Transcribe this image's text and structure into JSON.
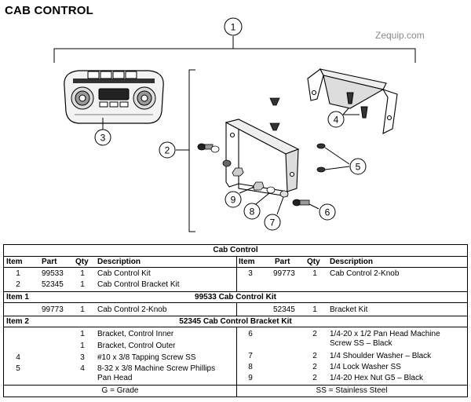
{
  "page_title": "CAB CONTROL",
  "watermark": "Zequip.com",
  "callouts": [
    "1",
    "2",
    "3",
    "4",
    "5",
    "6",
    "7",
    "8",
    "9"
  ],
  "table": {
    "title": "Cab Control",
    "headers": {
      "item": "Item",
      "part": "Part",
      "qty": "Qty",
      "description": "Description"
    },
    "main_rows": [
      {
        "left": {
          "item": "1",
          "part": "99533",
          "qty": "1",
          "description": "Cab Control Kit"
        },
        "right": {
          "item": "3",
          "part": "99773",
          "qty": "1",
          "description": "Cab Control 2-Knob"
        }
      },
      {
        "left": {
          "item": "2",
          "part": "52345",
          "qty": "1",
          "description": "Cab Control Bracket Kit"
        },
        "right": {
          "item": "",
          "part": "",
          "qty": "",
          "description": ""
        }
      }
    ],
    "section1": {
      "label": "Item 1",
      "title": "99533  Cab Control Kit",
      "rows": [
        {
          "left": {
            "item": "",
            "part": "99773",
            "qty": "1",
            "description": "Cab Control 2-Knob"
          },
          "right": {
            "item": "",
            "part": "52345",
            "qty": "1",
            "description": "Bracket Kit"
          }
        }
      ]
    },
    "section2": {
      "label": "Item 2",
      "title": "52345  Cab Control Bracket Kit",
      "left_rows": [
        {
          "item": "",
          "part": "",
          "qty": "1",
          "description": "Bracket, Control Inner"
        },
        {
          "item": "",
          "part": "",
          "qty": "1",
          "description": "Bracket, Control Outer"
        },
        {
          "item": "4",
          "part": "",
          "qty": "3",
          "description": "#10 x 3/8 Tapping Screw SS"
        },
        {
          "item": "5",
          "part": "",
          "qty": "4",
          "description": "8-32 x 3/8 Machine Screw Phillips",
          "description2": "Pan Head"
        }
      ],
      "right_rows": [
        {
          "item": "6",
          "part": "",
          "qty": "2",
          "description": "1/4-20 x 1/2 Pan Head Machine",
          "description2": "Screw SS – Black"
        },
        {
          "item": "7",
          "part": "",
          "qty": "2",
          "description": "1/4 Shoulder Washer – Black"
        },
        {
          "item": "8",
          "part": "",
          "qty": "2",
          "description": "1/4 Lock Washer SS"
        },
        {
          "item": "9",
          "part": "",
          "qty": "2",
          "description": "1/4-20 Hex Nut G5 – Black"
        }
      ]
    },
    "footer": {
      "left": "G = Grade",
      "right": "SS = Stainless Steel"
    }
  }
}
